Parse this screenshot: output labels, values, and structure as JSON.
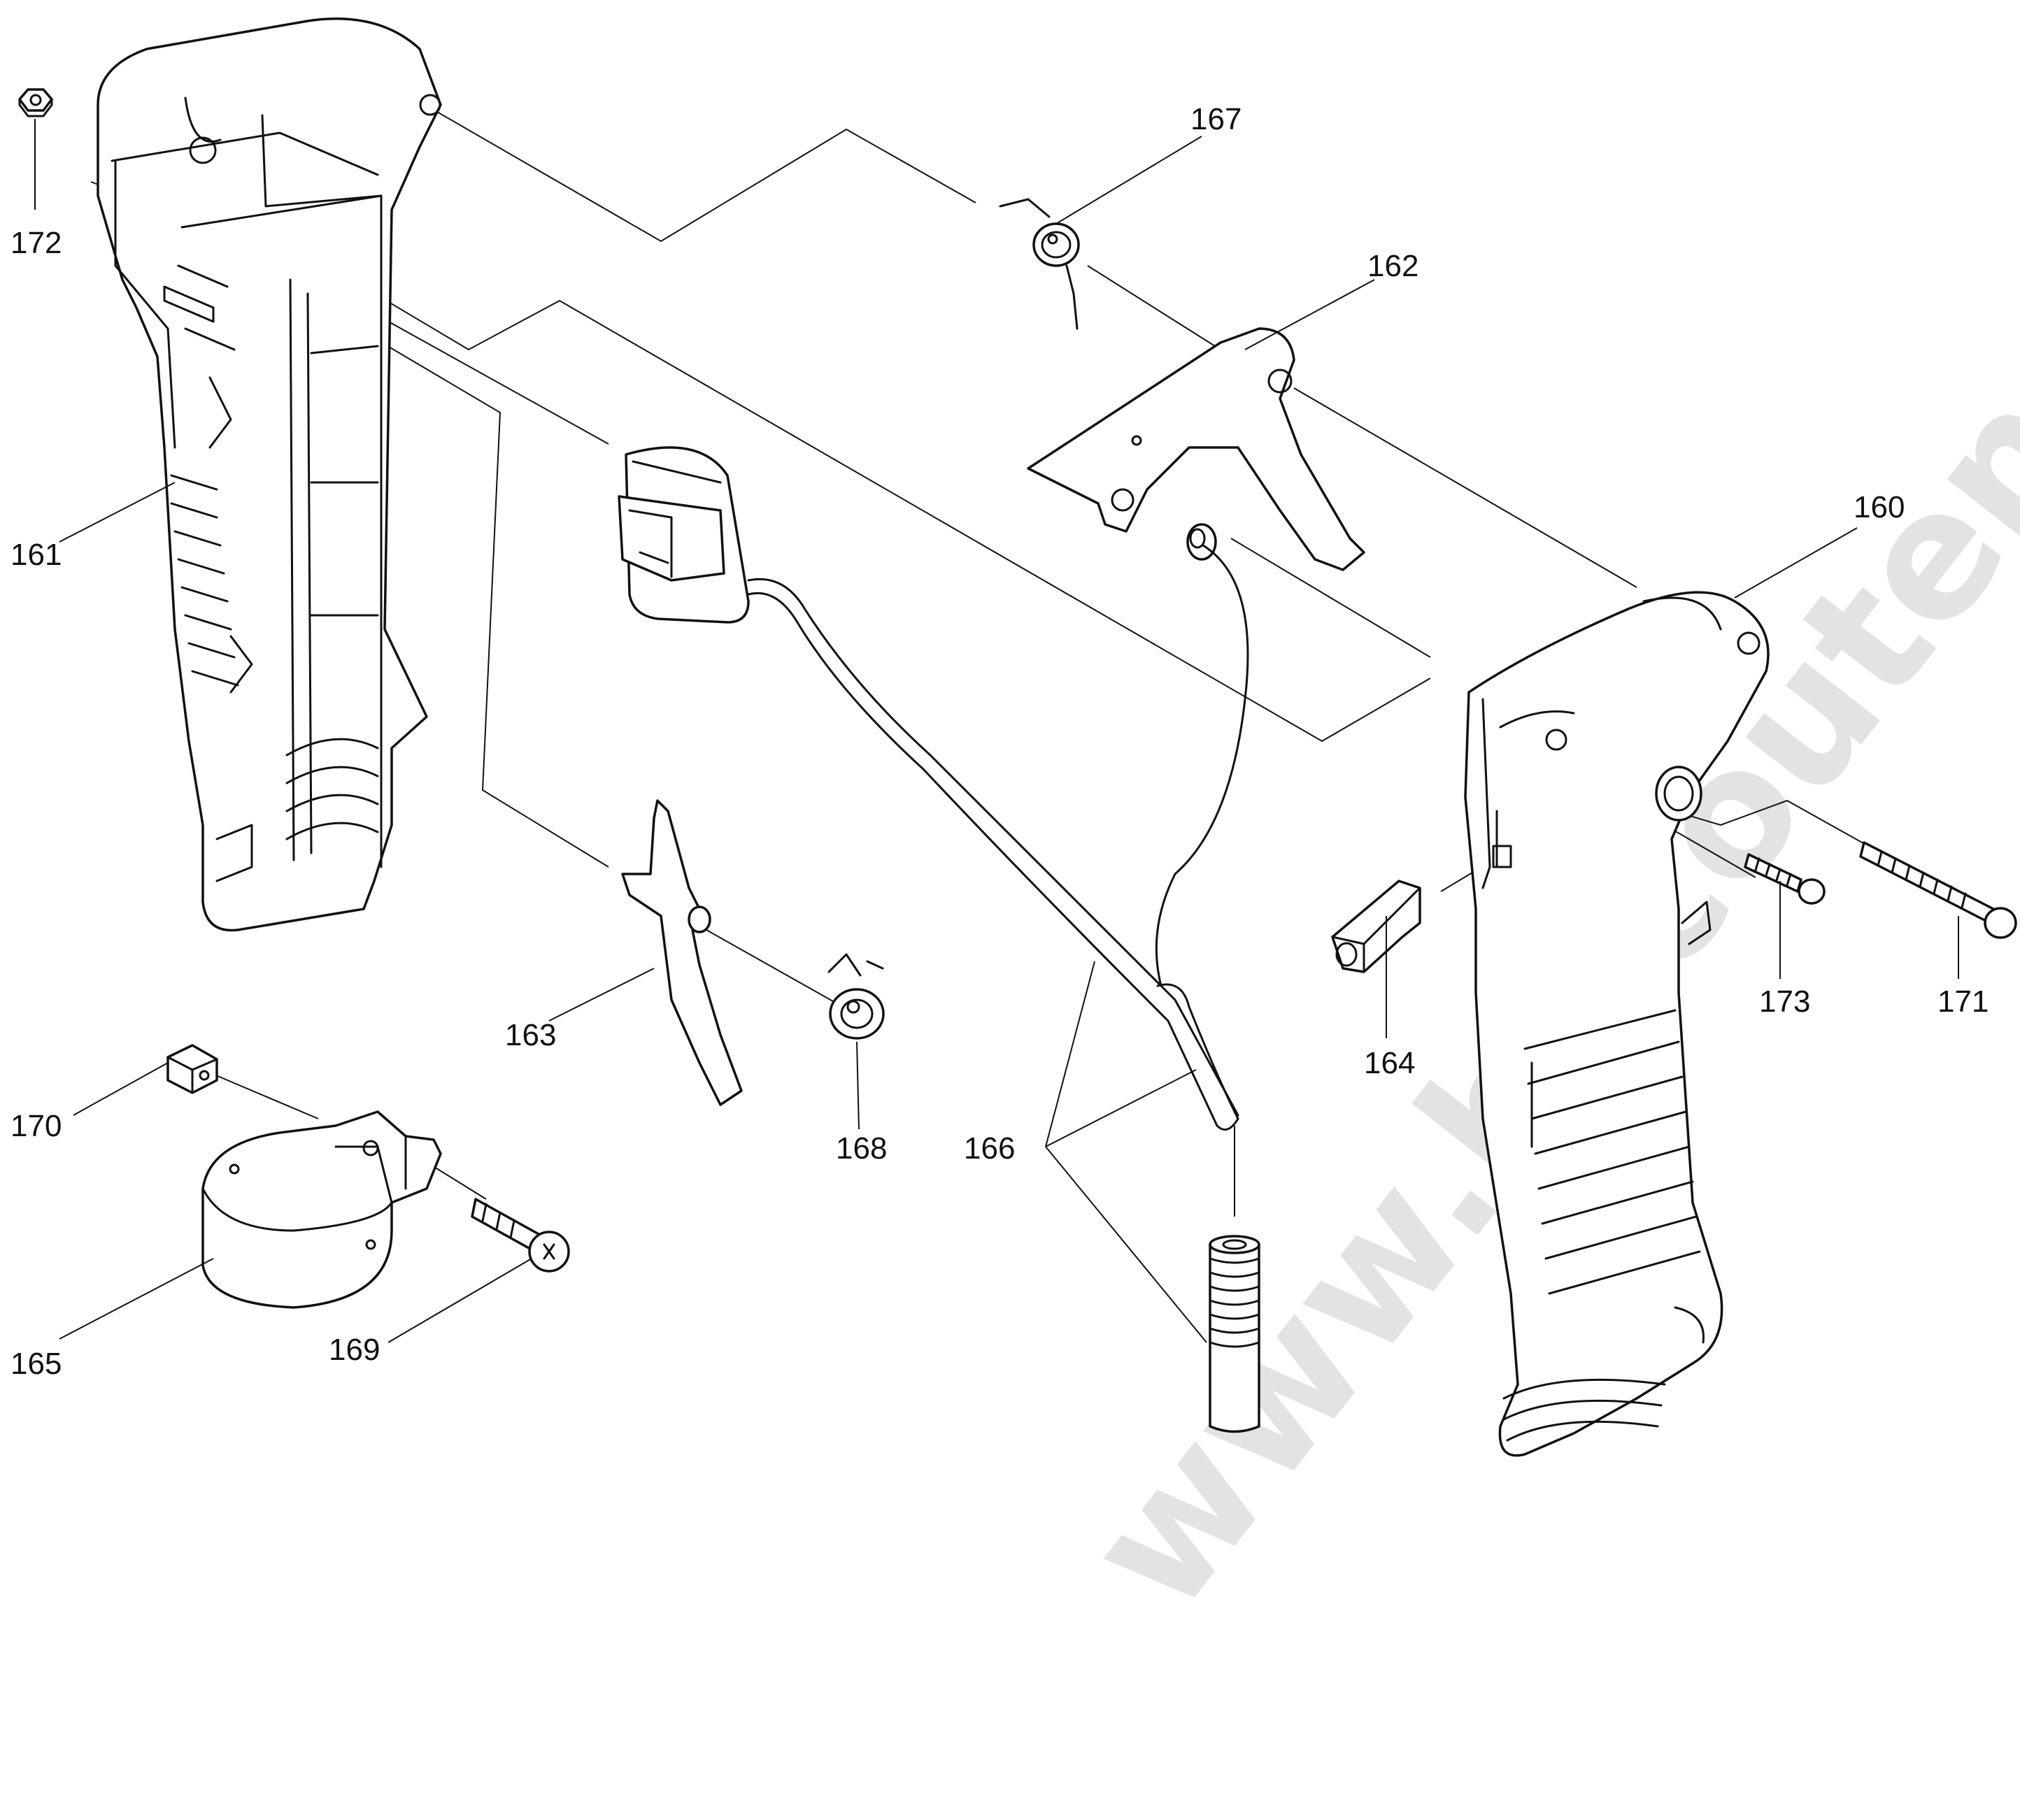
{
  "watermark": "www.bricoutensili.com",
  "callouts": {
    "c160": "160",
    "c161": "161",
    "c162": "162",
    "c163": "163",
    "c164": "164",
    "c165": "165",
    "c166": "166",
    "c167": "167",
    "c168": "168",
    "c169": "169",
    "c170": "170",
    "c171": "171",
    "c172": "172",
    "c173": "173"
  }
}
